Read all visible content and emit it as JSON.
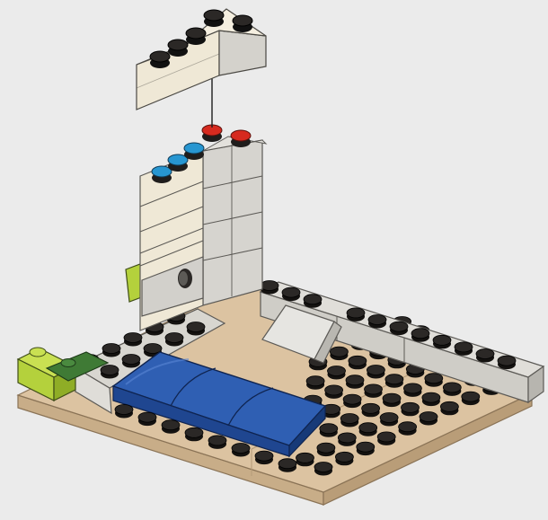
{
  "illustration": {
    "subject": "lego-build-step",
    "colors": {
      "background": "#ebebeb",
      "baseplate_tan": "#dcc3a1",
      "baseplate_edge": "#c8ad88",
      "stud_dark": "#2b2826",
      "brick_light_gray": "#d9d7d2",
      "brick_cream": "#efe8d6",
      "brick_blue": "#2f5fb3",
      "brick_lime": "#b4d13c",
      "brick_dark_green": "#3f7a35",
      "highlight_red": "#d62a1f",
      "highlight_blue": "#2796d1"
    },
    "parts": [
      "baseplate",
      "cream-l-brick-floating",
      "cream-wall-column",
      "gray-wall-column",
      "gray-back-wall",
      "gray-slope-brick",
      "blue-curved-bed",
      "lime-brick",
      "green-plate",
      "guide-line"
    ]
  }
}
